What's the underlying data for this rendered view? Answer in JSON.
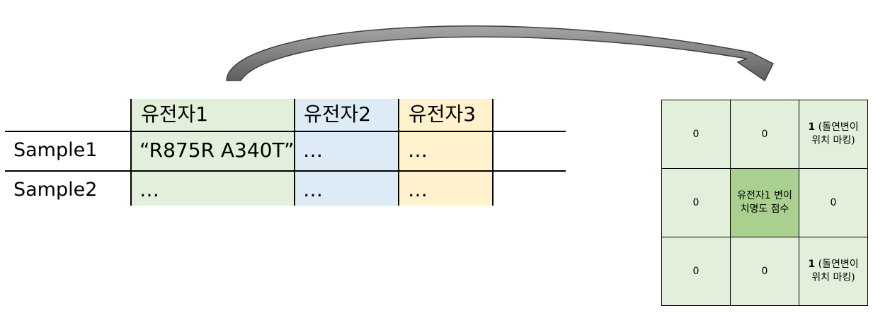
{
  "table": {
    "columns": [
      "유전자1",
      "유전자2",
      "유전자3"
    ],
    "rows": [
      {
        "label": "Sample1",
        "values": [
          "“R875R A340T”",
          "…",
          "…"
        ]
      },
      {
        "label": "Sample2",
        "values": [
          "…",
          "…",
          "…"
        ]
      }
    ],
    "column_colors": [
      "#e2efda",
      "#ddebf7",
      "#fff2cc"
    ]
  },
  "matrix": {
    "cells": [
      [
        "0",
        "0",
        "(돌연변이 위치 마킹)"
      ],
      [
        "0",
        "유전자1 변이 치명도 점수",
        "0"
      ],
      [
        "0",
        "0",
        "(돌연변이 위치 마킹)"
      ]
    ],
    "bold_prefix": "1",
    "cell_color": "#e2efda",
    "center_color": "#a9d08e"
  },
  "arrow": {
    "icon": "curved-arrow-icon",
    "color": "#7f7f7f"
  }
}
